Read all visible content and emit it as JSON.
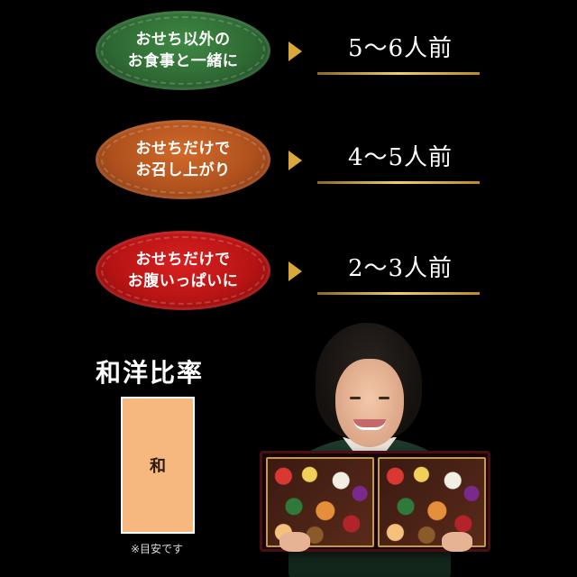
{
  "servings": [
    {
      "line1": "おせち以外の",
      "line2": "お食事と一緒に",
      "amount": "5〜6人前",
      "color": "#2f6a34"
    },
    {
      "line1": "おせちだけで",
      "line2": "お召し上がり",
      "amount": "4〜5人前",
      "color": "#b0521e"
    },
    {
      "line1": "おせちだけで",
      "line2": "お腹いっぱいに",
      "amount": "2〜3人前",
      "color": "#b81414"
    }
  ],
  "ratio": {
    "title": "和洋比率",
    "japanese_label": "和",
    "japanese_share": 1.0,
    "box_color": "#f6b87e",
    "note": "※目安です"
  },
  "accent_color": "#d9a73a"
}
